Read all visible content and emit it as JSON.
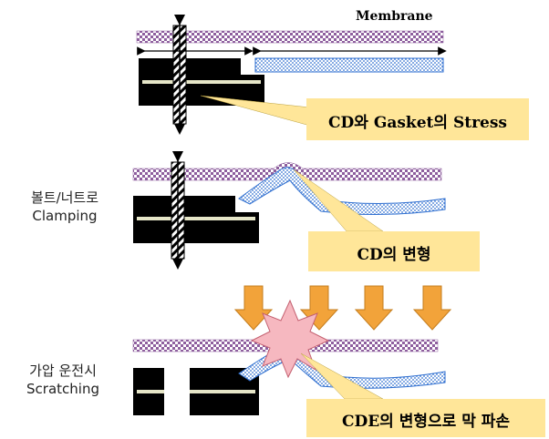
{
  "labels": {
    "membrane": "Membrane",
    "stage2_korean": "볼트/너트로",
    "stage2_english": "Clamping",
    "stage3_korean": "가압 운전시",
    "stage3_english": "Scratching"
  },
  "callouts": {
    "stress": "CD와 Gasket의 Stress",
    "deform": "CD의 변형",
    "damage": "CDE의 변형으로 막 파손"
  },
  "colors": {
    "membrane": "#8e5f9e",
    "callout_fill": "#ffe699",
    "arrow_fill": "#f2a33a",
    "dots": "#2f6fd0",
    "burst": "#f6b8c0"
  }
}
